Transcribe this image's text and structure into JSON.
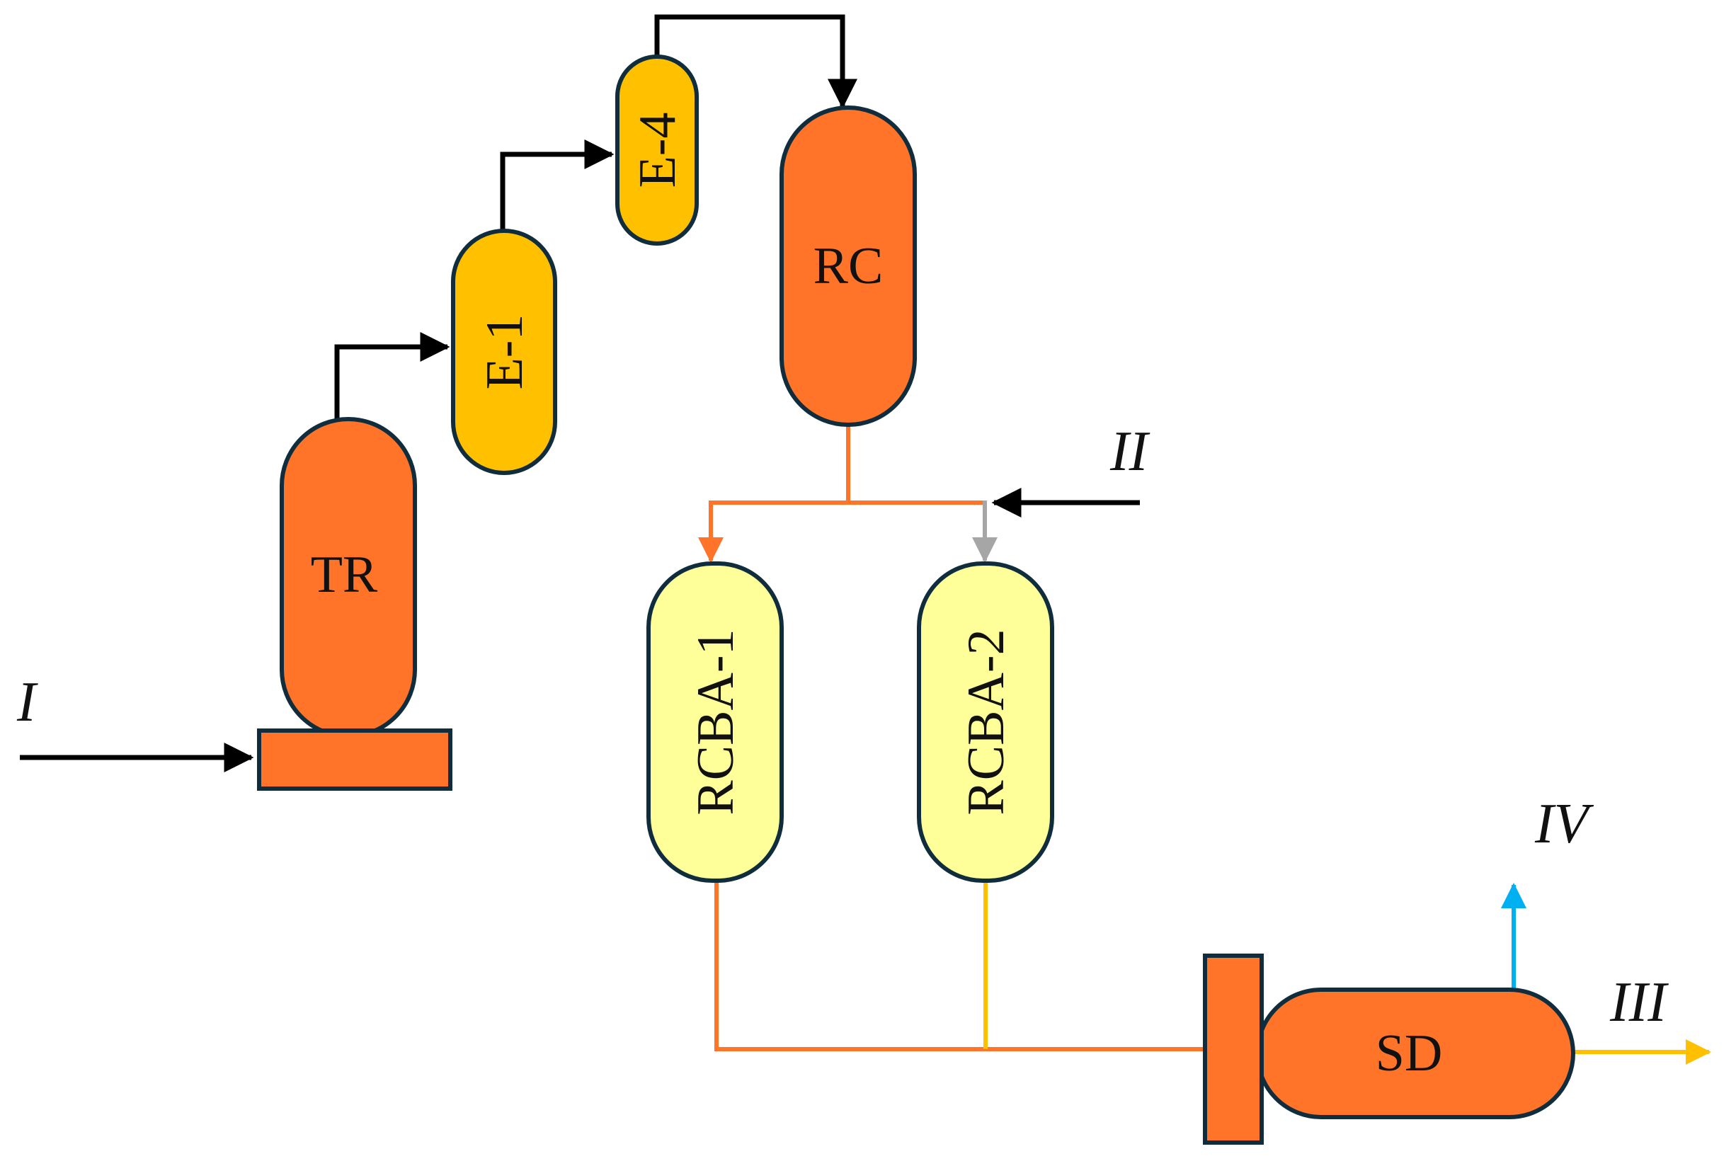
{
  "colors": {
    "outline": "#0f2d3c",
    "orange_fill": "#ff7428",
    "amber_fill": "#ffc000",
    "pale_yellow_fill": "#ffff99",
    "black_stream": "#000000",
    "orange_stream": "#ff7428",
    "gray_stream": "#a6a6a6",
    "yellow_stream": "#ffc000",
    "blue_stream": "#00b0f0"
  },
  "units": {
    "tr": "TR",
    "e1": "E-1",
    "e4": "E-4",
    "rc": "RC",
    "rcba1": "RCBA-1",
    "rcba2": "RCBA-2",
    "sd": "SD"
  },
  "streams": {
    "i": "I",
    "ii": "II",
    "iii": "III",
    "iv": "IV"
  }
}
